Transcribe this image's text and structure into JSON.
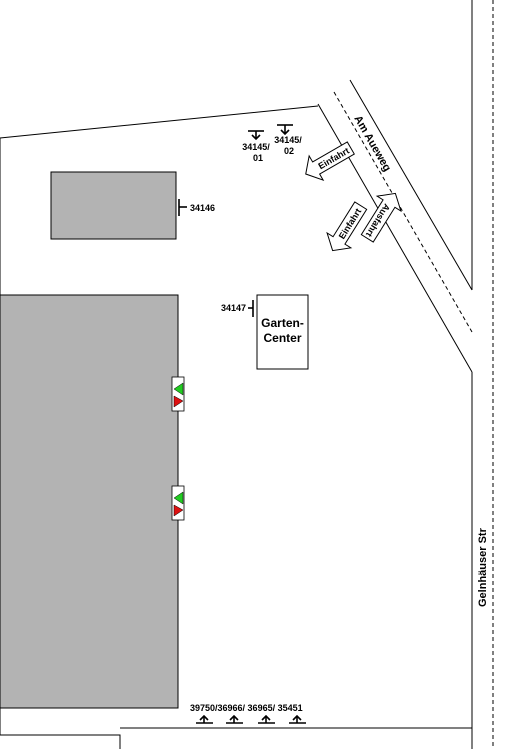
{
  "streets": {
    "am_aueweg": "Am Aueweg",
    "gelnhaeuser_str": "Gelnhäuser Str"
  },
  "arrows": {
    "einfahrt_top": "Einfahrt",
    "einfahrt_lower": "Einfahrt",
    "ausfahrt": "Ausfahrt"
  },
  "buildings": {
    "garden_center_line1": "Garten-",
    "garden_center_line2": "Center"
  },
  "hydrants": {
    "h34145_01_line1": "34145/",
    "h34145_01_line2": "01",
    "h34145_02_line1": "34145/",
    "h34145_02_line2": "02",
    "h34146": "34146",
    "h34147": "34147",
    "bottom_row": "39750/36966/ 36965/ 35451"
  },
  "colors": {
    "building_fill": "#b3b3b3",
    "signal_green": "#22cc22",
    "signal_red": "#dd1111",
    "line": "#000000"
  }
}
